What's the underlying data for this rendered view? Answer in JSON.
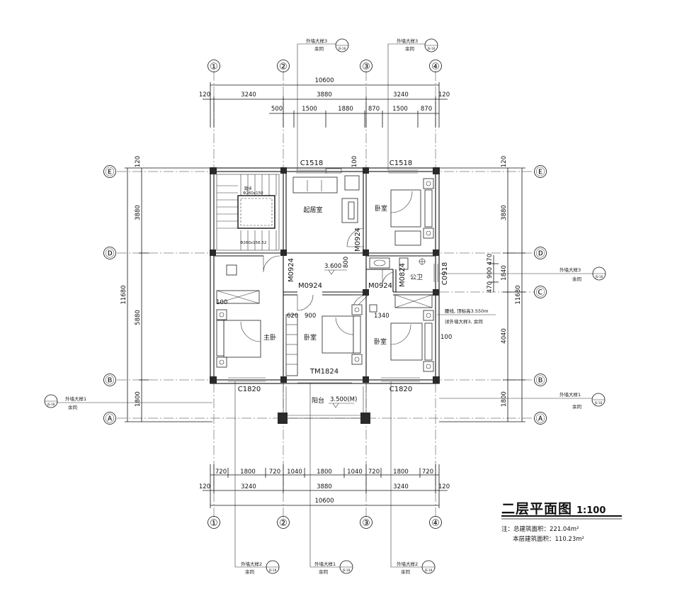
{
  "drawing": {
    "title": "二层平面图",
    "scale": "1:100",
    "notes": {
      "total_area": "注：总建筑面积：221.04m²",
      "floor_area": "本层建筑面积：110.23m²"
    }
  },
  "axes": {
    "vertical": [
      "①",
      "②",
      "③",
      "④"
    ],
    "horizontal": [
      "Ⓔ",
      "Ⓓ",
      "Ⓒ",
      "Ⓑ",
      "Ⓐ"
    ]
  },
  "dimensions": {
    "top_total": "10600",
    "top_mid": [
      "3240",
      "3880",
      "3240"
    ],
    "top_edge": "120",
    "top_detail": [
      "500",
      "1500",
      "1880",
      "870",
      "1500",
      "870"
    ],
    "bottom_detail": [
      "720",
      "1800",
      "720",
      "1040",
      "1800",
      "1040",
      "720",
      "1800",
      "720"
    ],
    "bottom_mid": [
      "3240",
      "3880",
      "3240"
    ],
    "bottom_total": "10600",
    "bottom_edge": "120",
    "left_total": "11680",
    "left_parts": [
      "3880",
      "5880",
      "1800"
    ],
    "left_edge": "120",
    "right_total": "11680",
    "right_parts": [
      "3880",
      "1840",
      "4040",
      "1800"
    ],
    "right_small": [
      "470",
      "900",
      "470"
    ],
    "right_edge": "120",
    "misc": [
      "100",
      "620",
      "900",
      "1340",
      "100",
      "800",
      "100"
    ]
  },
  "rooms": {
    "living": "起居室",
    "bed1": "卧室",
    "bed2": "卧室",
    "bed3": "卧室",
    "master": "主卧",
    "wc": "公卫",
    "balcony": "阳台"
  },
  "openings": {
    "c1518_l": "C1518",
    "c1518_r": "C1518",
    "m0924_1": "M0924",
    "m0924_2": "M0924",
    "m0924_3": "M0924",
    "m0924_4": "M0924",
    "m0824": "M0824",
    "c0918": "C0918",
    "tm1824": "TM1824",
    "c1820_l": "C1820",
    "c1820_r": "C1820"
  },
  "levels": {
    "main": "3.600",
    "balcony": "3.500(M)"
  },
  "stair_notes": [
    "踏步",
    "Φ260x150",
    "Φ260x156.52"
  ],
  "side_note": {
    "line1": "腰线, 顶标高3.550m",
    "line2": "详外墙大样3, 余同"
  },
  "detail_tags": {
    "top_a": "外墙大样3",
    "top_b": "外墙大样3",
    "left": "外墙大样1",
    "right_d": "外墙大样3",
    "right_a": "外墙大样1",
    "bottom_a": "外墙大样2",
    "bottom_b": "外墙大样1",
    "bottom_c": "外墙大样2",
    "same": "余同",
    "sheet": "JS-18"
  }
}
